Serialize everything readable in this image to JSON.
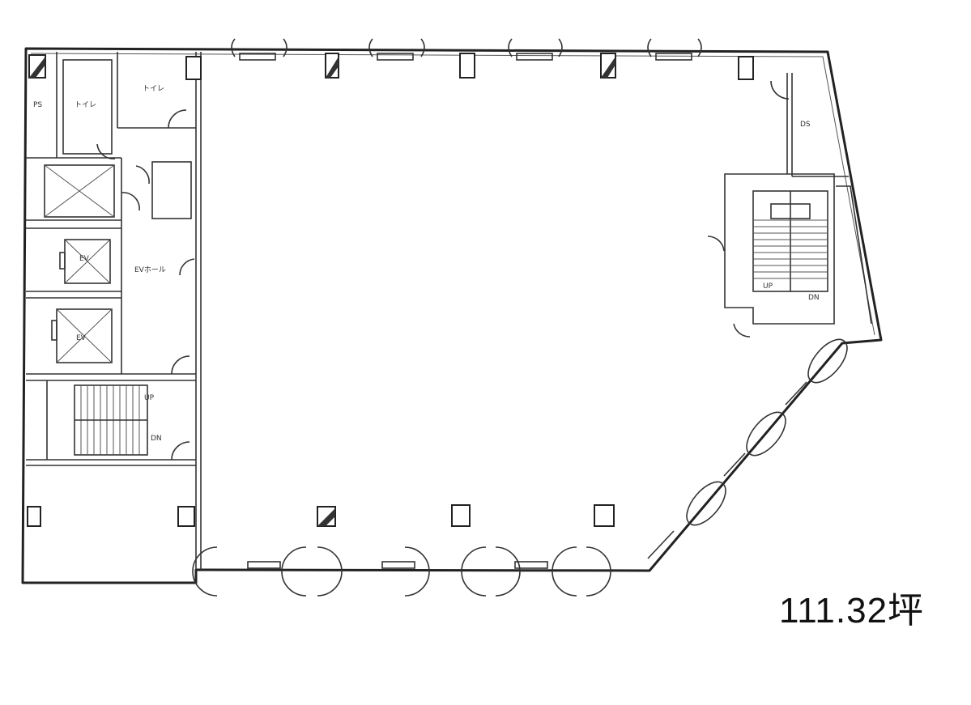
{
  "floor_area": "111.32坪",
  "rooms": {
    "ps": "PS",
    "toilet_1": "トイレ",
    "toilet_2": "トイレ",
    "elevator_1": "EV",
    "elevator_2": "EV",
    "elevator_hall": "EVホール",
    "ds": "DS",
    "stair_up_left": "UP",
    "stair_dn_left": "DN",
    "stair_up_right": "UP",
    "stair_dn_right": "DN"
  }
}
